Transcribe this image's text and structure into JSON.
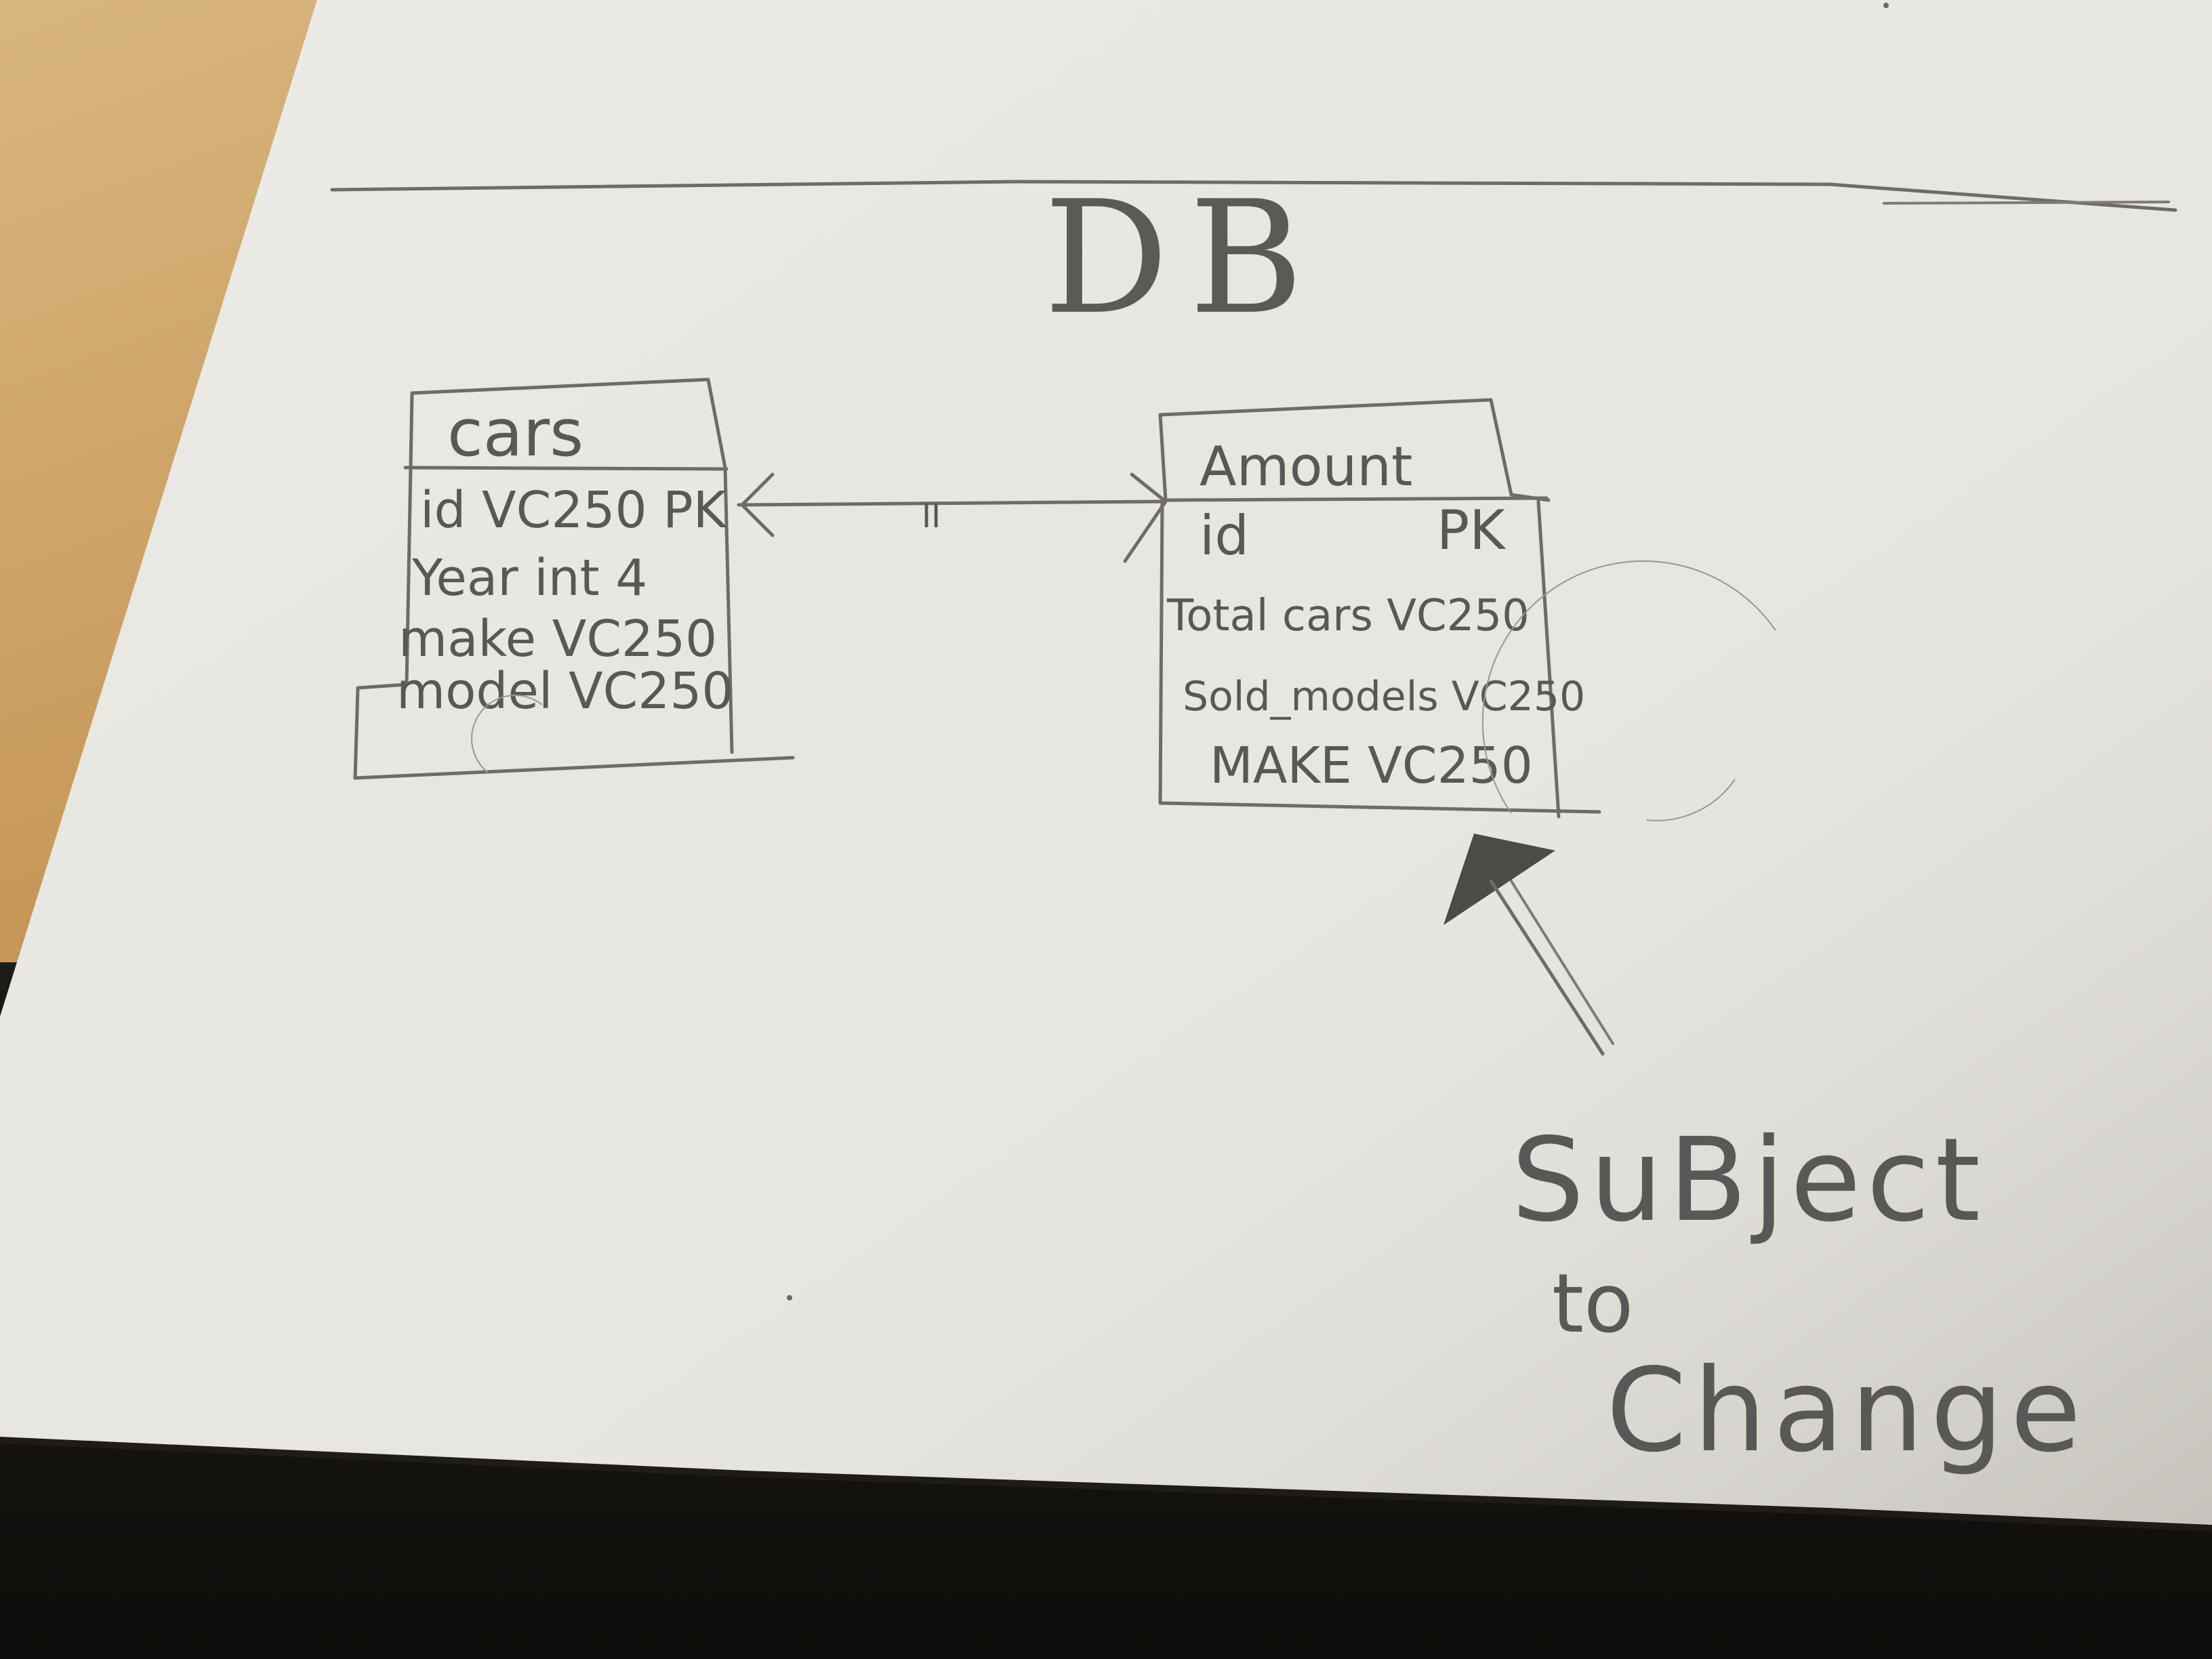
{
  "diagram": {
    "title": "DB",
    "tables": [
      {
        "name": "cars",
        "fields": [
          "id VC250 PK",
          "Year int 4",
          "make VC250",
          "model VC250"
        ]
      },
      {
        "name": "Amount",
        "fields": [
          "id",
          "PK",
          "Total cars VC250",
          "Sold_models VC250",
          "MAKE VC250"
        ]
      }
    ],
    "relation_label": "II",
    "annotation": {
      "line1": "SuBject",
      "line2": "to",
      "line3": "Change"
    }
  }
}
